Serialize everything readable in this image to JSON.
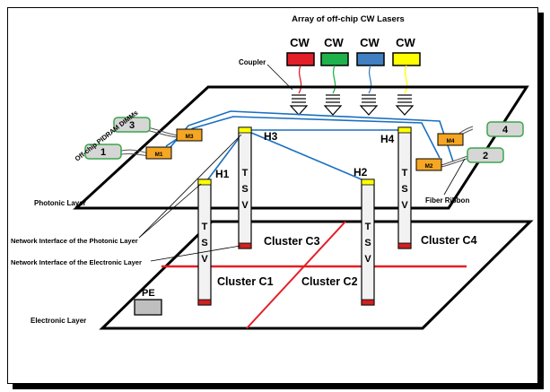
{
  "title": "Array  of  off-chip CW Lasers",
  "lasers": [
    {
      "label": "CW",
      "color": "#e41e26"
    },
    {
      "label": "CW",
      "color": "#1fb24a"
    },
    {
      "label": "CW",
      "color": "#3f7fc2"
    },
    {
      "label": "CW",
      "color": "#ffff00"
    }
  ],
  "labels": {
    "coupler": "Coupler",
    "dimms": "Off-chip PIDRAM DIMMs",
    "photonic_layer": "Photonic Layer",
    "electronic_layer": "Electronic Layer",
    "ni_photonic": "Network Interface of the Photonic Layer",
    "ni_electronic": "Network Interface of the Electronic Layer",
    "fiber_ribbon": "Fiber Ribbon",
    "pe": "PE"
  },
  "hubs": [
    "H1",
    "H2",
    "H3",
    "H4"
  ],
  "tsv_text": "TSV",
  "clusters": [
    "Cluster C1",
    "Cluster C2",
    "Cluster C3",
    "Cluster C4"
  ],
  "modules": [
    "M1",
    "M2",
    "M3",
    "M4"
  ],
  "dimm_numbers": [
    "1",
    "2",
    "3",
    "4"
  ],
  "colors": {
    "waveguide": "#1a6fc0",
    "partition": "#e41e26",
    "module": "#f5a623",
    "dimm": "#d6d6d6",
    "dimm_border": "#3aa64a",
    "pe": "#bfbfbf",
    "tsv_top": "#ffff00",
    "tsv_bottom": "#cc2222"
  }
}
